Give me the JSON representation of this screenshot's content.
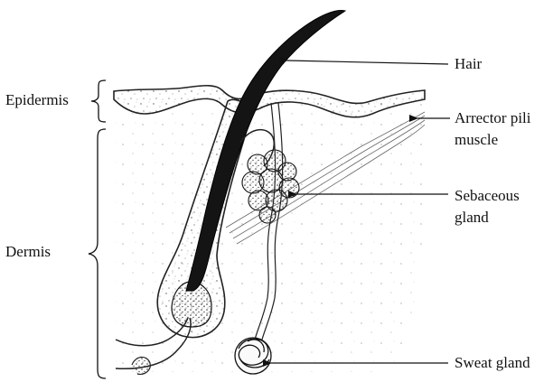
{
  "diagram": {
    "labels": {
      "epidermis": "Epidermis",
      "dermis": "Dermis",
      "hair": "Hair",
      "arrector_line1": "Arrector pili",
      "arrector_line2": "muscle",
      "sebaceous_line1": "Sebaceous",
      "sebaceous_line2": "gland",
      "sweat_gland": "Sweat gland"
    }
  }
}
